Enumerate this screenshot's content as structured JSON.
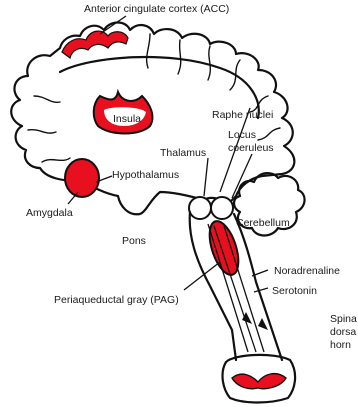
{
  "labels": {
    "acc": "Anterior cingulate cortex (ACC)",
    "insula": "Insula",
    "raphe": "Raphe nuclei",
    "locus_1": "Locus",
    "locus_2": "coeruleus",
    "thalamus": "Thalamus",
    "hypothalamus": "Hypothalamus",
    "amygdala": "Amygdala",
    "cerebellum": "Cerebellum",
    "pons": "Pons",
    "noradrenaline": "Noradrenaline",
    "serotonin": "Serotonin",
    "pag": "Periaqueductal gray (PAG)",
    "spinal_1": "Spina",
    "spinal_2": "dorsa",
    "spinal_3": "horn"
  },
  "colors": {
    "highlight": "#e8101e",
    "outline": "#111111",
    "background": "#ffffff"
  }
}
